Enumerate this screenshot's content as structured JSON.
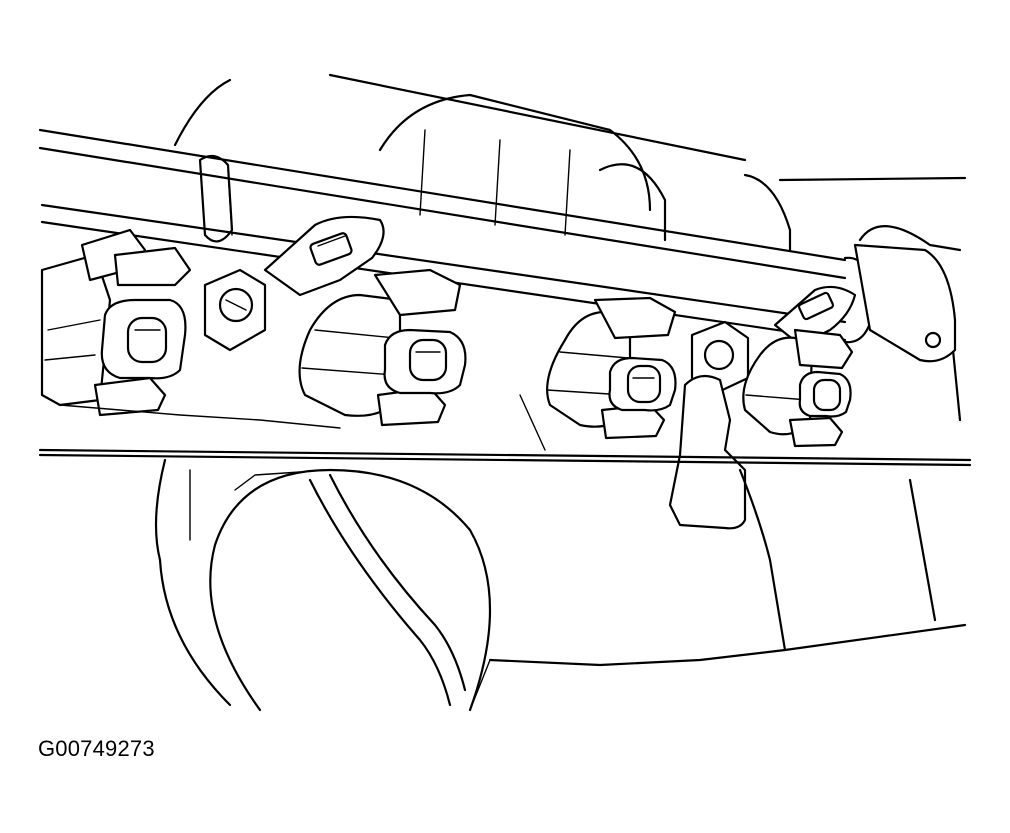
{
  "figure": {
    "id_label": "G00749273",
    "subject": "fuel-rail-with-injectors-line-drawing",
    "colors": {
      "line": "#000000",
      "background": "#ffffff"
    },
    "parts": {
      "injector_count": 4,
      "connector_count": 4,
      "mounting_bolts": 3
    }
  }
}
